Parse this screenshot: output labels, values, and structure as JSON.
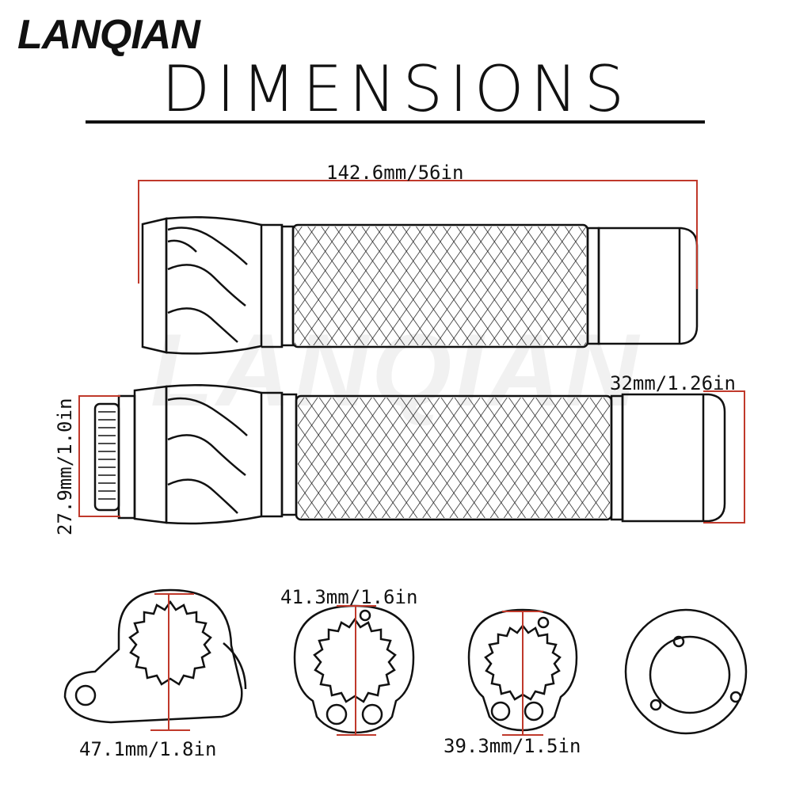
{
  "brand": {
    "name": "LANQIAN"
  },
  "header": {
    "title": "DIMENSIONS"
  },
  "watermark": {
    "text": "LANQIAN"
  },
  "dimensions": {
    "total_length": "142.6mm/56in",
    "end_diameter": "32mm/1.26in",
    "inner_diameter": "27.9mm/1.0in",
    "clamp_large": "47.1mm/1.8in",
    "clamp_medium": "41.3mm/1.6in",
    "clamp_small": "39.3mm/1.5in"
  },
  "colors": {
    "line": "#111111",
    "dimension": "#c0392b",
    "watermark": "#f1f1f1"
  }
}
